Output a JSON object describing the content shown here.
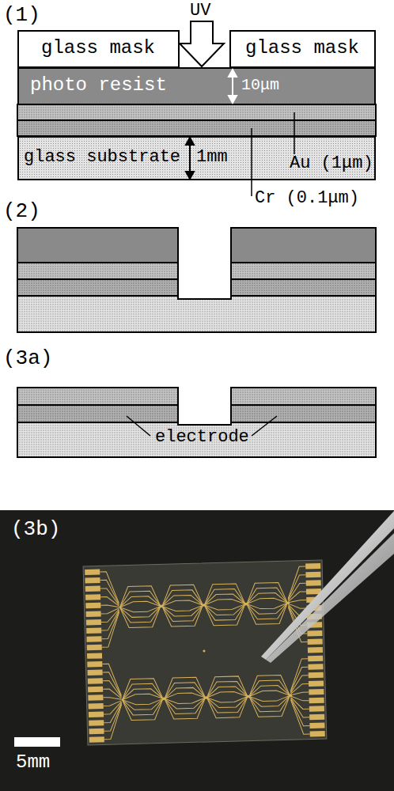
{
  "diagram": {
    "nodes": [
      {
        "text": [
          "glass mask"
        ]
      },
      {
        "text": [
          "glass mask"
        ]
      },
      {
        "text": [
          "photo resist",
          "10μm"
        ]
      },
      {
        "text": [
          "glass substrate",
          "1mm"
        ]
      }
    ],
    "labels": [
      "(1)",
      "UV",
      "Au (1μm)",
      "Cr (0.1μm)",
      "(2)",
      "(3a)",
      "electrode",
      "(3b)",
      "5mm"
    ]
  }
}
